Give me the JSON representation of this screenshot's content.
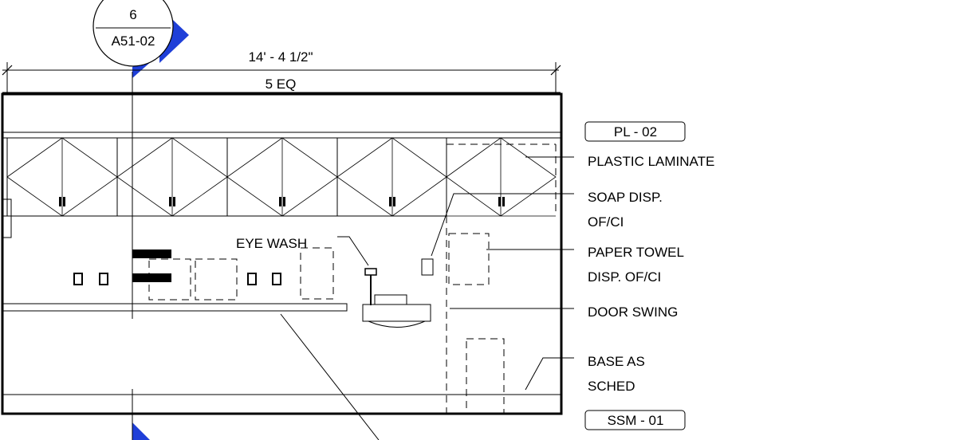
{
  "section_marker": {
    "number": "6",
    "sheet": "A51-02"
  },
  "dimensions": {
    "overall": "14' - 4 1/2\"",
    "spacing": "5 EQ"
  },
  "annotations": {
    "eye_wash": "EYE WASH",
    "tags": {
      "top": "PL - 02",
      "bottom": "SSM - 01"
    },
    "callouts": [
      {
        "id": "plastic-laminate",
        "lines": [
          "PLASTIC LAMINATE"
        ]
      },
      {
        "id": "soap-disp",
        "lines": [
          "SOAP DISP.",
          "OF/CI"
        ]
      },
      {
        "id": "paper-towel",
        "lines": [
          "PAPER TOWEL",
          "DISP. OF/CI"
        ]
      },
      {
        "id": "door-swing",
        "lines": [
          "DOOR SWING"
        ]
      },
      {
        "id": "base",
        "lines": [
          "BASE AS",
          "SCHED"
        ]
      }
    ]
  },
  "colors": {
    "marker": "#1f3fd8",
    "line": "#000000"
  }
}
